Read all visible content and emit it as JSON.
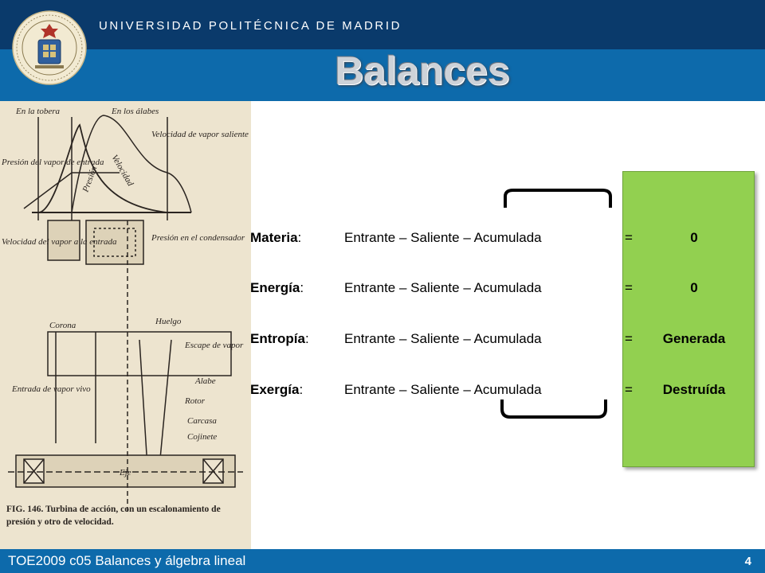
{
  "header": {
    "university": "UNIVERSIDAD POLITÉCNICA DE MADRID",
    "title": "Balances",
    "seal_text": "UNIVERSIDAD POLITÉCNICA MADRID"
  },
  "illustration": {
    "labels": [
      "En la tobera",
      "En los álabes",
      "Velocidad",
      "Velocidad de vapor saliente",
      "Presión del vapor de entrada",
      "Presión",
      "Velocidad del vapor a la entrada",
      "Presión en el condensador",
      "Corona",
      "Huelgo",
      "Escape de vapor",
      "Entrada de vapor vivo",
      "Alabe",
      "Rotor",
      "Carcasa",
      "Cojinete",
      "Eje"
    ],
    "caption": "FIG. 146. Turbina de acción, con un escalonamiento de presión y otro de velocidad."
  },
  "balances": [
    {
      "name": "Materia",
      "expr": "Entrante – Saliente – Acumulada",
      "eq": "=",
      "result": "0"
    },
    {
      "name": "Energía",
      "expr": "Entrante – Saliente – Acumulada",
      "eq": "=",
      "result": "0"
    },
    {
      "name": "Entropía",
      "expr": "Entrante – Saliente – Acumulada",
      "eq": "=",
      "result": "Generada"
    },
    {
      "name": "Exergía",
      "expr": "Entrante – Saliente – Acumulada",
      "eq": "=",
      "result": "Destruída"
    }
  ],
  "colon": ":",
  "footer": {
    "text": "TOE2009 c05 Balances y álgebra lineal",
    "page": "4"
  },
  "colors": {
    "header_dark": "#0a3a6b",
    "header": "#0d6aab",
    "highlight_box": "#92d050"
  }
}
